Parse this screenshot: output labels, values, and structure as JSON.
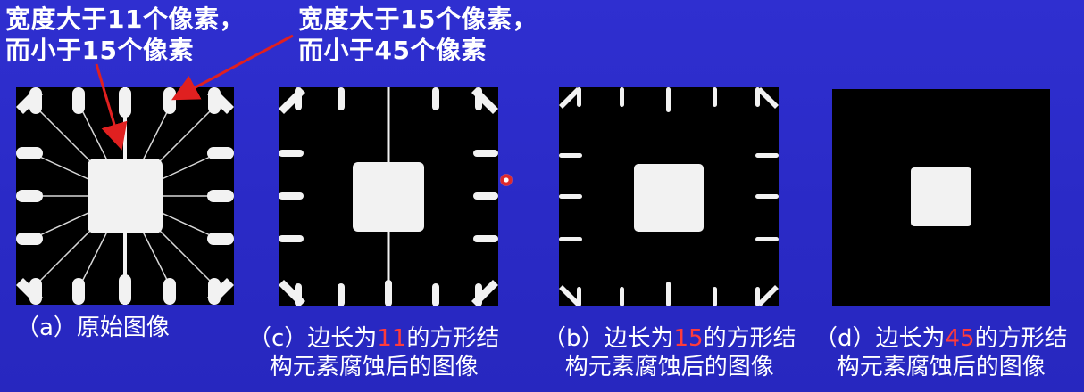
{
  "annotations": {
    "left": {
      "line1": "宽度大于11个像素，",
      "line2": "而小于15个像素"
    },
    "right": {
      "line1": "宽度大于15个像素，",
      "line2": "而小于45个像素"
    }
  },
  "panels": [
    {
      "id": "a",
      "caption_line1": "（a）原始图像",
      "caption_line2": ""
    },
    {
      "id": "c",
      "caption_prefix": "（c）边长为",
      "caption_value": "11",
      "caption_suffix": "的方形结",
      "caption_line2": "构元素腐蚀后的图像"
    },
    {
      "id": "b",
      "caption_prefix": "（b）边长为",
      "caption_value": "15",
      "caption_suffix": "的方形结",
      "caption_line2": "构元素腐蚀后的图像"
    },
    {
      "id": "d",
      "caption_prefix": "（d）边长为",
      "caption_value": "45",
      "caption_suffix": "的方形结",
      "caption_line2": "构元素腐蚀后的图像"
    }
  ],
  "colors": {
    "background": "#2b2bc8",
    "image_black": "#000000",
    "image_white": "#f2f2f2",
    "highlight_red": "#ff3b3b",
    "arrow_red": "#e02020"
  },
  "icons": {
    "cursor": "laser-pointer-icon"
  }
}
